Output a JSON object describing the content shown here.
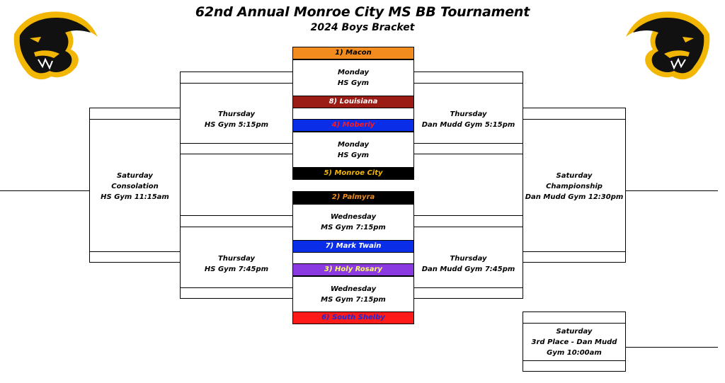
{
  "header": {
    "title": "62nd Annual Monroe City MS BB Tournament",
    "subtitle": "2024 Boys Bracket"
  },
  "logos": {
    "left": "panther-logo",
    "right": "panther-logo",
    "colors": {
      "black": "#111111",
      "gold": "#f2b705"
    }
  },
  "teams": [
    {
      "label": "1) Macon",
      "bg": "#f28c1e",
      "fg": "#000000"
    },
    {
      "label": "8) Louisiana",
      "bg": "#9b1c14",
      "fg": "#ffffff"
    },
    {
      "label": "4) Moberly",
      "bg": "#0a2ee8",
      "fg": "#ff1a1a"
    },
    {
      "label": "5) Monroe City",
      "bg": "#000000",
      "fg": "#f2b705"
    },
    {
      "label": "2) Palmyra",
      "bg": "#000000",
      "fg": "#f28c1e"
    },
    {
      "label": "7) Mark Twain",
      "bg": "#0a2ee8",
      "fg": "#ffffff"
    },
    {
      "label": "3) Holy Rosary",
      "bg": "#8a3ae0",
      "fg": "#ffff66"
    },
    {
      "label": "6) South Shelby",
      "bg": "#ff1a1a",
      "fg": "#1a2bd8"
    }
  ],
  "first_round": [
    {
      "day": "Monday",
      "place": "HS Gym"
    },
    {
      "day": "Monday",
      "place": "HS Gym"
    },
    {
      "day": "Wednesday",
      "place": "MS Gym 7:15pm"
    },
    {
      "day": "Wednesday",
      "place": "MS Gym 7:15pm"
    }
  ],
  "semis": {
    "left_top": {
      "day": "Thursday",
      "place": "HS Gym 5:15pm"
    },
    "right_top": {
      "day": "Thursday",
      "place": "Dan Mudd Gym 5:15pm"
    },
    "left_bottom": {
      "day": "Thursday",
      "place": "HS Gym 7:45pm"
    },
    "right_bottom": {
      "day": "Thursday",
      "place": "Dan Mudd Gym 7:45pm"
    }
  },
  "finals": {
    "consolation": {
      "day": "Saturday",
      "name": "Consolation",
      "place": "HS Gym 11:15am"
    },
    "championship": {
      "day": "Saturday",
      "name": "Championship",
      "place": "Dan Mudd Gym 12:30pm"
    },
    "third_place": {
      "day": "Saturday",
      "line1": "3rd Place - Dan Mudd",
      "line2": "Gym 10:00am"
    }
  }
}
